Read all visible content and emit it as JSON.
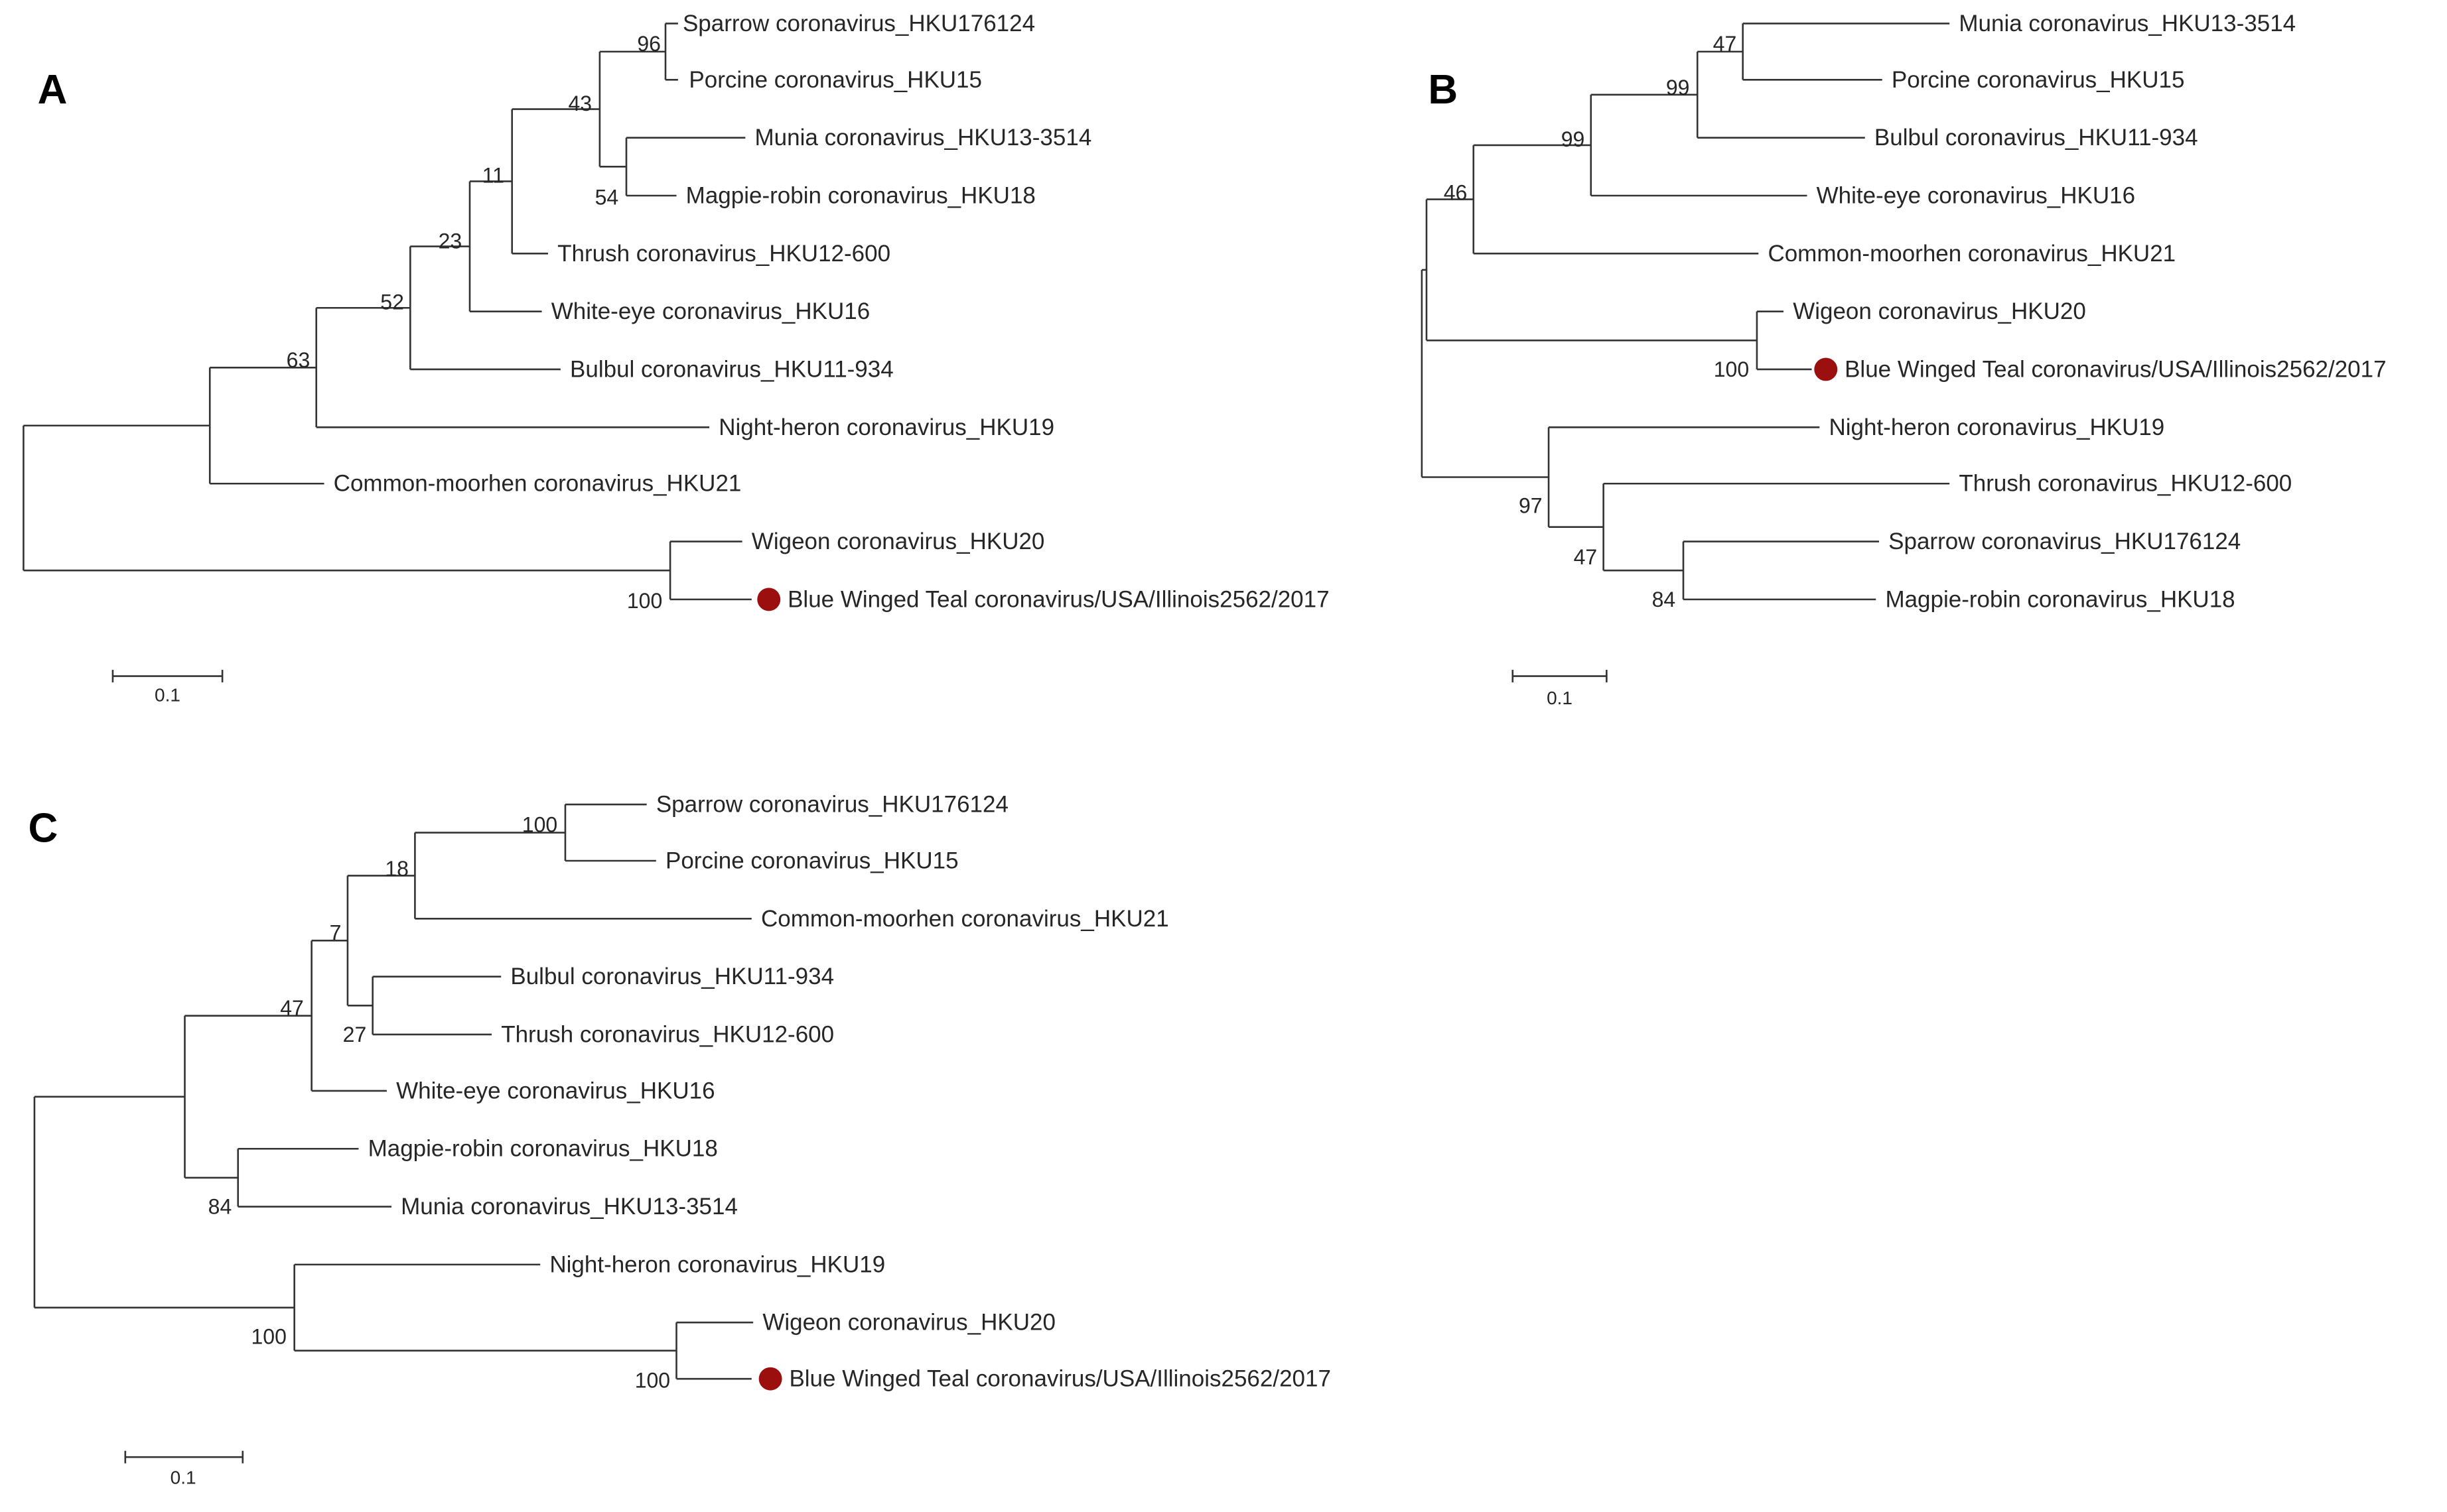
{
  "panels": [
    {
      "label": "A",
      "leaves": [
        "Sparrow coronavirus_HKU176124",
        "Porcine coronavirus_HKU15",
        "Munia coronavirus_HKU13-3514",
        "Magpie-robin coronavirus_HKU18",
        "Thrush coronavirus_HKU12-600",
        "White-eye coronavirus_HKU16",
        "Bulbul coronavirus_HKU11-934",
        "Night-heron coronavirus_HKU19",
        "Common-moorhen coronavirus_HKU21",
        "Wigeon coronavirus_HKU20",
        "Blue Winged Teal coronavirus/USA/Illinois2562/2017"
      ],
      "highlighted_leaf": "Blue Winged Teal coronavirus/USA/Illinois2562/2017",
      "bootstrap": [
        "96",
        "54",
        "43",
        "11",
        "23",
        "52",
        "63",
        "100"
      ],
      "scale": "0.1"
    },
    {
      "label": "B",
      "leaves": [
        "Munia coronavirus_HKU13-3514",
        "Porcine coronavirus_HKU15",
        "Bulbul coronavirus_HKU11-934",
        "White-eye coronavirus_HKU16",
        "Common-moorhen coronavirus_HKU21",
        "Wigeon coronavirus_HKU20",
        "Blue Winged Teal coronavirus/USA/Illinois2562/2017",
        "Night-heron coronavirus_HKU19",
        "Thrush coronavirus_HKU12-600",
        "Sparrow coronavirus_HKU176124",
        "Magpie-robin coronavirus_HKU18"
      ],
      "highlighted_leaf": "Blue Winged Teal coronavirus/USA/Illinois2562/2017",
      "bootstrap": [
        "47",
        "99",
        "99",
        "46",
        "100",
        "97",
        "47",
        "84"
      ],
      "scale": "0.1"
    },
    {
      "label": "C",
      "leaves": [
        "Sparrow coronavirus_HKU176124",
        "Porcine coronavirus_HKU15",
        "Common-moorhen coronavirus_HKU21",
        "Bulbul coronavirus_HKU11-934",
        "Thrush coronavirus_HKU12-600",
        "White-eye coronavirus_HKU16",
        "Magpie-robin coronavirus_HKU18",
        "Munia coronavirus_HKU13-3514",
        "Night-heron coronavirus_HKU19",
        "Wigeon coronavirus_HKU20",
        "Blue Winged Teal coronavirus/USA/Illinois2562/2017"
      ],
      "highlighted_leaf": "Blue Winged Teal coronavirus/USA/Illinois2562/2017",
      "bootstrap": [
        "100",
        "18",
        "7",
        "27",
        "47",
        "84",
        "100",
        "100"
      ],
      "scale": "0.1"
    }
  ],
  "colors": {
    "branch": "#333333",
    "text": "#262626",
    "highlight_marker": "#9b0f0f"
  }
}
